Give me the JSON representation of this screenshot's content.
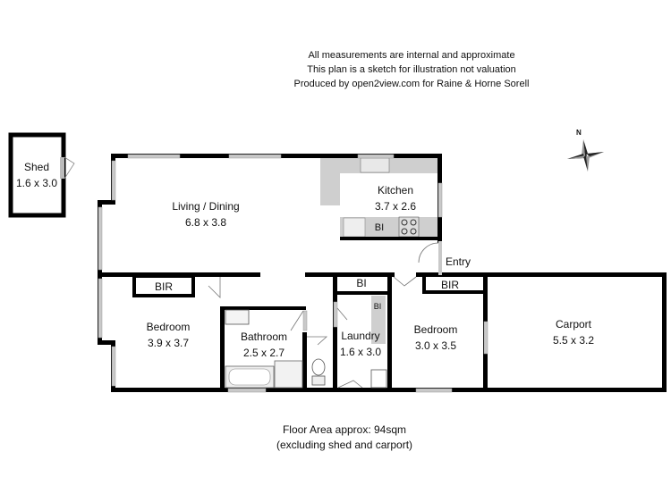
{
  "notes": {
    "line1": "All measurements are internal and approximate",
    "line2": "This plan is a sketch for illustration not valuation",
    "line3": "Produced by open2view.com for Raine & Horne Sorell"
  },
  "compass": {
    "label": "N"
  },
  "rooms": {
    "shed": {
      "name": "Shed",
      "size": "1.6 x 3.0"
    },
    "living": {
      "name": "Living / Dining",
      "size": "6.8 x 3.8"
    },
    "kitchen": {
      "name": "Kitchen",
      "size": "3.7 x 2.6",
      "bi": "BI"
    },
    "entry": {
      "name": "Entry"
    },
    "bedroom1": {
      "name": "Bedroom",
      "size": "3.9 x 3.7",
      "bir": "BIR"
    },
    "bathroom": {
      "name": "Bathroom",
      "size": "2.5 x 2.7"
    },
    "laundry": {
      "name": "Laundry",
      "size": "1.6 x 3.0",
      "bi": "BI",
      "bi_top": "BI"
    },
    "bedroom2": {
      "name": "Bedroom",
      "size": "3.0 x 3.5",
      "bir": "BIR"
    },
    "carport": {
      "name": "Carport",
      "size": "5.5 x 3.2"
    }
  },
  "footer": {
    "line1": "Floor Area approx: 94sqm",
    "line2": "(excluding shed and carport)"
  }
}
